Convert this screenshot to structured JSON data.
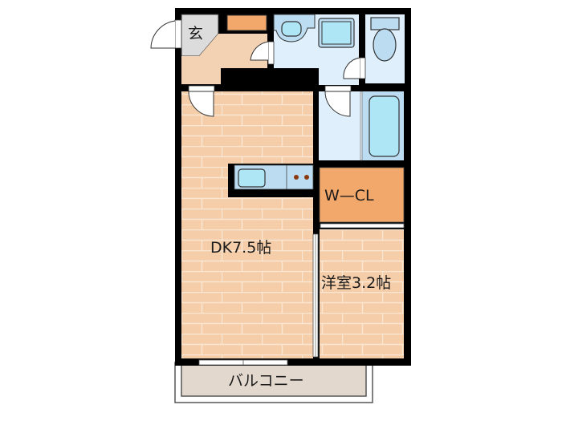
{
  "floorplan": {
    "rooms": [
      {
        "id": "genkan",
        "label": "玄",
        "meaning": "entrance"
      },
      {
        "id": "dk",
        "label": "DK7.5帖",
        "type": "DK",
        "size_jo": 7.5
      },
      {
        "id": "youshitsu",
        "label": "洋室3.2帖",
        "type": "洋室",
        "size_jo": 3.2
      },
      {
        "id": "wcl",
        "label": "W—CL",
        "meaning": "walk-in closet"
      },
      {
        "id": "balcony",
        "label": "バルコニー",
        "meaning": "balcony"
      }
    ],
    "fixtures": [
      "washbasin",
      "washing-machine-pan",
      "toilet",
      "bathtub",
      "kitchen-sink",
      "stove",
      "shoe-cabinet"
    ],
    "colors": {
      "wall": "#000000",
      "floor_wood": "#f5cda8",
      "floor_wood_lines": "#fbe6d3",
      "genkan_floor": "#dcdcdc",
      "hall_floor": "#f3d2b3",
      "closet": "#f2a86a",
      "wet_area": "#dff0fc",
      "fixture_blue": "#aee6f6",
      "fixture_panel": "#bcdcf2",
      "balcony": "#e3d8ce",
      "door": "#ffffff"
    }
  }
}
